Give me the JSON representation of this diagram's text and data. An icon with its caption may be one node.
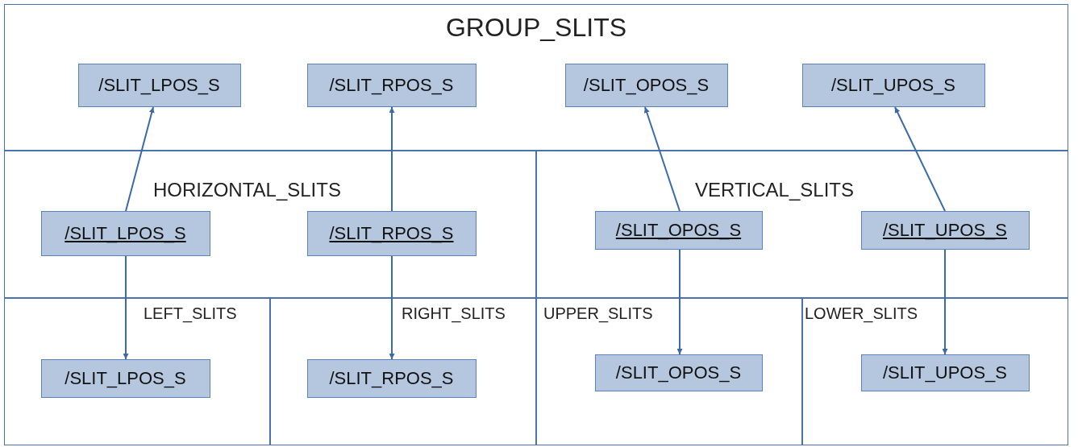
{
  "diagram": {
    "nodes": [
      {
        "text": [
          "GROUP_SLITS"
        ]
      },
      {
        "text": [
          "/SLIT_LPOS_S"
        ],
        "in": 0
      },
      {
        "text": [
          "/SLIT_RPOS_S"
        ],
        "in": 0
      },
      {
        "text": [
          "/SLIT_OPOS_S"
        ],
        "in": 0
      },
      {
        "text": [
          "/SLIT_UPOS_S"
        ],
        "in": 0
      },
      {
        "text": [
          "HORIZONTAL_SLITS"
        ]
      },
      {
        "text": [
          "/SLIT_LPOS_S"
        ],
        "in": 5
      },
      {
        "text": [
          "/SLIT_RPOS_S"
        ],
        "in": 5
      },
      {
        "text": [
          "VERTICAL_SLITS"
        ]
      },
      {
        "text": [
          "/SLIT_OPOS_S"
        ],
        "in": 8
      },
      {
        "text": [
          "/SLIT_UPOS_S"
        ],
        "in": 8
      },
      {
        "text": [
          "LEFT_SLITS"
        ]
      },
      {
        "text": [
          "/SLIT_LPOS_S"
        ],
        "in": 11
      },
      {
        "text": [
          "RIGHT_SLITS"
        ]
      },
      {
        "text": [
          "/SLIT_RPOS_S"
        ],
        "in": 13
      },
      {
        "text": [
          "UPPER_SLITS"
        ]
      },
      {
        "text": [
          "/SLIT_OPOS_S"
        ],
        "in": 15
      },
      {
        "text": [
          "LOWER_SLITS"
        ]
      },
      {
        "text": [
          "/SLIT_UPOS_S"
        ],
        "in": 17
      }
    ],
    "edges": [
      {
        "from": 6,
        "to": 1,
        "arrow": "to"
      },
      {
        "from": 7,
        "to": 2,
        "arrow": "to"
      },
      {
        "from": 9,
        "to": 3,
        "arrow": "to"
      },
      {
        "from": 10,
        "to": 4,
        "arrow": "to"
      },
      {
        "from": 6,
        "to": 12,
        "arrow": "to"
      },
      {
        "from": 7,
        "to": 14,
        "arrow": "to"
      },
      {
        "from": 9,
        "to": 16,
        "arrow": "to"
      },
      {
        "from": 10,
        "to": 18,
        "arrow": "to"
      }
    ]
  }
}
